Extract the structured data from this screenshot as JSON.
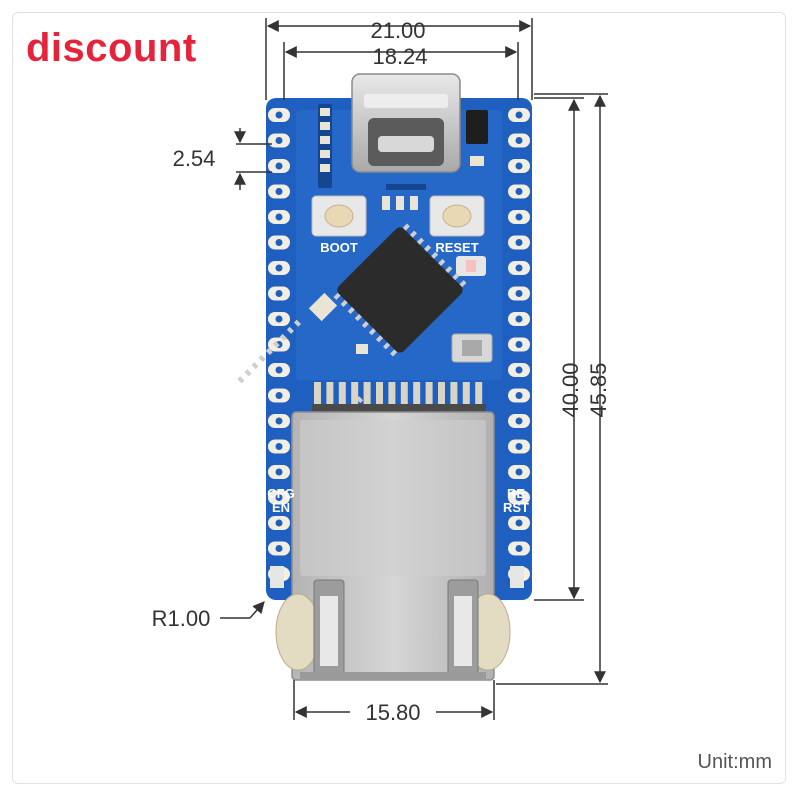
{
  "badge": {
    "text": "discount",
    "color": "#e5243b"
  },
  "unit_label": "Unit:mm",
  "dimensions": {
    "overall_width": "21.00",
    "pin_span_width": "18.24",
    "pin_pitch": "2.54",
    "pcb_length": "40.00",
    "overall_length": "45.85",
    "corner_radius": "R1.00",
    "rj45_width": "15.80"
  },
  "silkscreen": {
    "boot": "BOOT",
    "reset": "RESET",
    "cfg": "CFG",
    "en": "EN",
    "re": "RE",
    "rst": "RST"
  },
  "icons": {
    "usb": "usb-c-connector-icon",
    "ethernet": "rj45-jack-icon",
    "chip": "mcu-chip-icon"
  },
  "colors": {
    "pcb": "#1f5fbf",
    "pad": "#f2efe2",
    "line": "#333333",
    "metal": "#c8c8c8"
  }
}
